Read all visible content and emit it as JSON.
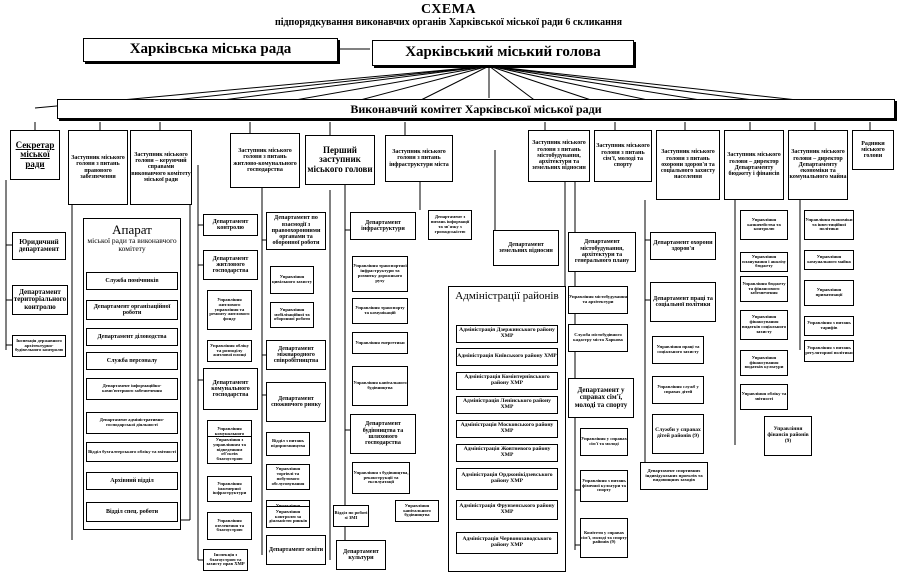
{
  "title": "СХЕМА",
  "subtitle": "підпорядкування виконавчих органів Харківської міської ради 6 скликання",
  "council": "Харківська міська рада",
  "mayor": "Харківський міський голова",
  "committee": "Виконавчий комітет Харківської міської ради",
  "top": {
    "secretary": "Секретар міської ради",
    "dep_legal": "Заступник міського голови з питань правового забезпечення",
    "dep_exec": "Заступник міського голови – керуючий справами виконавчого комітету міської ради",
    "dep_housing": "Заступник міського голови з питань житлово-комунального господарства",
    "first_dep": "Перший заступник міського голови",
    "dep_infra": "Заступник міського голови з питань інфраструктури міста",
    "dep_arch": "Заступник міського голови з питань містобудування, архітектури та земельних відносин",
    "dep_family": "Заступник міського голови з питань сім'ї, молоді та спорту",
    "dep_health": "Заступник міського голови з питань охорони здоров'я та соціального захисту населення",
    "dep_budget": "Заступник міського голови – директор Департаменту бюджету і фінансів",
    "dep_economy": "Заступник міського голови – директор Департаменту економіки та комунального майна",
    "advisers": "Радники міського голови"
  },
  "col_secretary": {
    "legal": "Юридичний департамент",
    "territorial": "Департамент територіального контролю",
    "inspection": "Інспекція державного архітектурно-будівельного контролю"
  },
  "apparatus": {
    "title": "Апарат",
    "subtitle": "міської ради та виконавчого комітету",
    "items": [
      "Служба помічників",
      "Департамент організаційної роботи",
      "Департамент діловодства",
      "Служба персоналу",
      "Департамент інформаційно-комп'ютерного забезпечення",
      "Департамент адміністративно-господарської діяльності",
      "Відділ бухгалтерського обліку та звітності",
      "Архівний відділ",
      "Відділ спец. роботи"
    ]
  },
  "housing": {
    "control": "Департамент контролю",
    "housing_dept": "Департамент житлового господарства",
    "u1": "Управління житлового управління та ремонту житлового фонду",
    "u2": "Управління обліку та розподілу житлової площі",
    "communal": "Департамент комунального господарства",
    "u3": "Управління комунального господарства",
    "u4": "Управління з управлінням та відведенням об'єктів благоустрою",
    "u5": "Управління інженерної інфраструктури",
    "u6": "Управління озеленення та благоустрою",
    "inspection2": "Інспекція з благоустрою та захисту прав ХМР"
  },
  "first": {
    "defense": "Департамент по взаємодії з правоохоронними органами та оборонної роботи",
    "u1": "Управління цивільного захисту",
    "u2": "Управління мобілізаційної та оборонної роботи",
    "intl": "Департамент міжнародного співробітництва",
    "consumer": "Департамент споживчого ринку",
    "d1": "Відділ з питань підприємництва",
    "d2": "Управління торгівлі та побутового обслуговування",
    "d3": "Управління ресторанного господарства",
    "d4": "Управління контролю за діяльністю ринків",
    "education": "Департамент освіти",
    "culture": "Департамент культури",
    "press": "Відділ по роботі зі ЗМІ"
  },
  "infra": {
    "dept": "Департамент інфраструктури",
    "u1": "Управління транспортної інфраструктури та розвитку дорожнього руху",
    "u2": "Управління транспорту та комунікацій",
    "u3": "Управління енергетики",
    "u4": "Управління капітального будівництва",
    "construction": "Департамент будівництва та шляхового господарства",
    "u5": "Управління з будівництва, реконструкції та експлуатації",
    "info": "Департамент з питань інформації та зв'язку з громадськістю",
    "capital": "Управління капітального будівництва"
  },
  "arch": {
    "land": "Департамент земельних відносин",
    "arch_dept": "Департамент містобудування, архітектури та генерального плану",
    "u1": "Управління містобудування та архітектури",
    "service": "Служба містобудівного кадастру міста Харкова"
  },
  "family": {
    "dept": "Департамент у справах сім'ї, молоді та спорту",
    "u1": "Управління у справах сім'ї та молоді",
    "u2": "Управління з питань фізичної культури та спорту",
    "u3": "Комітети у справах сім'ї, молоді та спорту районів (9)"
  },
  "districts": {
    "title": "Адміністрації районів",
    "items": [
      "Адміністрація Дзержинського району ХМР",
      "Адміністрація Київського району ХМР",
      "Адміністрація Комінтернівського району ХМР",
      "Адміністрація Ленінського району ХМР",
      "Адміністрація Московського району ХМР",
      "Адміністрація Жовтневого району ХМР",
      "Адміністрація Орджонікідзевського району ХМР",
      "Адміністрація Фрунзенського району ХМР",
      "Адміністрація Червонозаводського району ХМР"
    ]
  },
  "health": {
    "health_dept": "Департамент охорони здоров'я",
    "social": "Департамент праці та соціальної політики",
    "u1": "Управління праці та соціального захисту",
    "u2": "Управління служб у справах дітей",
    "u3": "Служби у справах дітей районів (9)",
    "sport": "Департамент спортивних індивідуальних проектів та видовищних заходів"
  },
  "budget": {
    "u1": "Управління казначейства та контролю",
    "u2": "Управління планування і аналізу бюджету",
    "u3": "Управління бюджету та фінансового забезпечення",
    "u4": "Управління фінансування видатків соціального захисту",
    "u5": "Управління фінансування видатків культури",
    "u6": "Управління обліку та звітності",
    "u7": "Управління фінансів районів (9)"
  },
  "economy": {
    "u1": "Управління економіки та інвестиційної політики",
    "u2": "Управління комунального майна",
    "u3": "Управління приватизації",
    "u4": "Управління з питань тарифів",
    "u5": "Управління з питань регуляторної політики"
  }
}
